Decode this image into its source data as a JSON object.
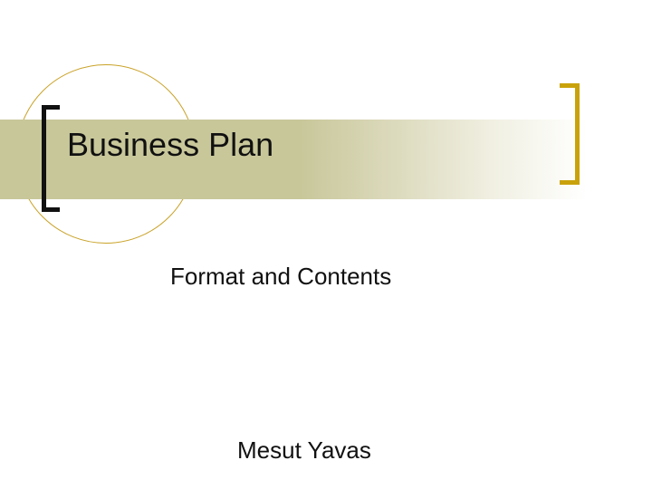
{
  "slide": {
    "title": "Business Plan",
    "subtitle": "Format and Contents",
    "author": "Mesut Yavas"
  },
  "colors": {
    "band": "#c8c79a",
    "accent_bracket": "#c9a20b",
    "circle": "#c9a227",
    "text": "#111111"
  }
}
